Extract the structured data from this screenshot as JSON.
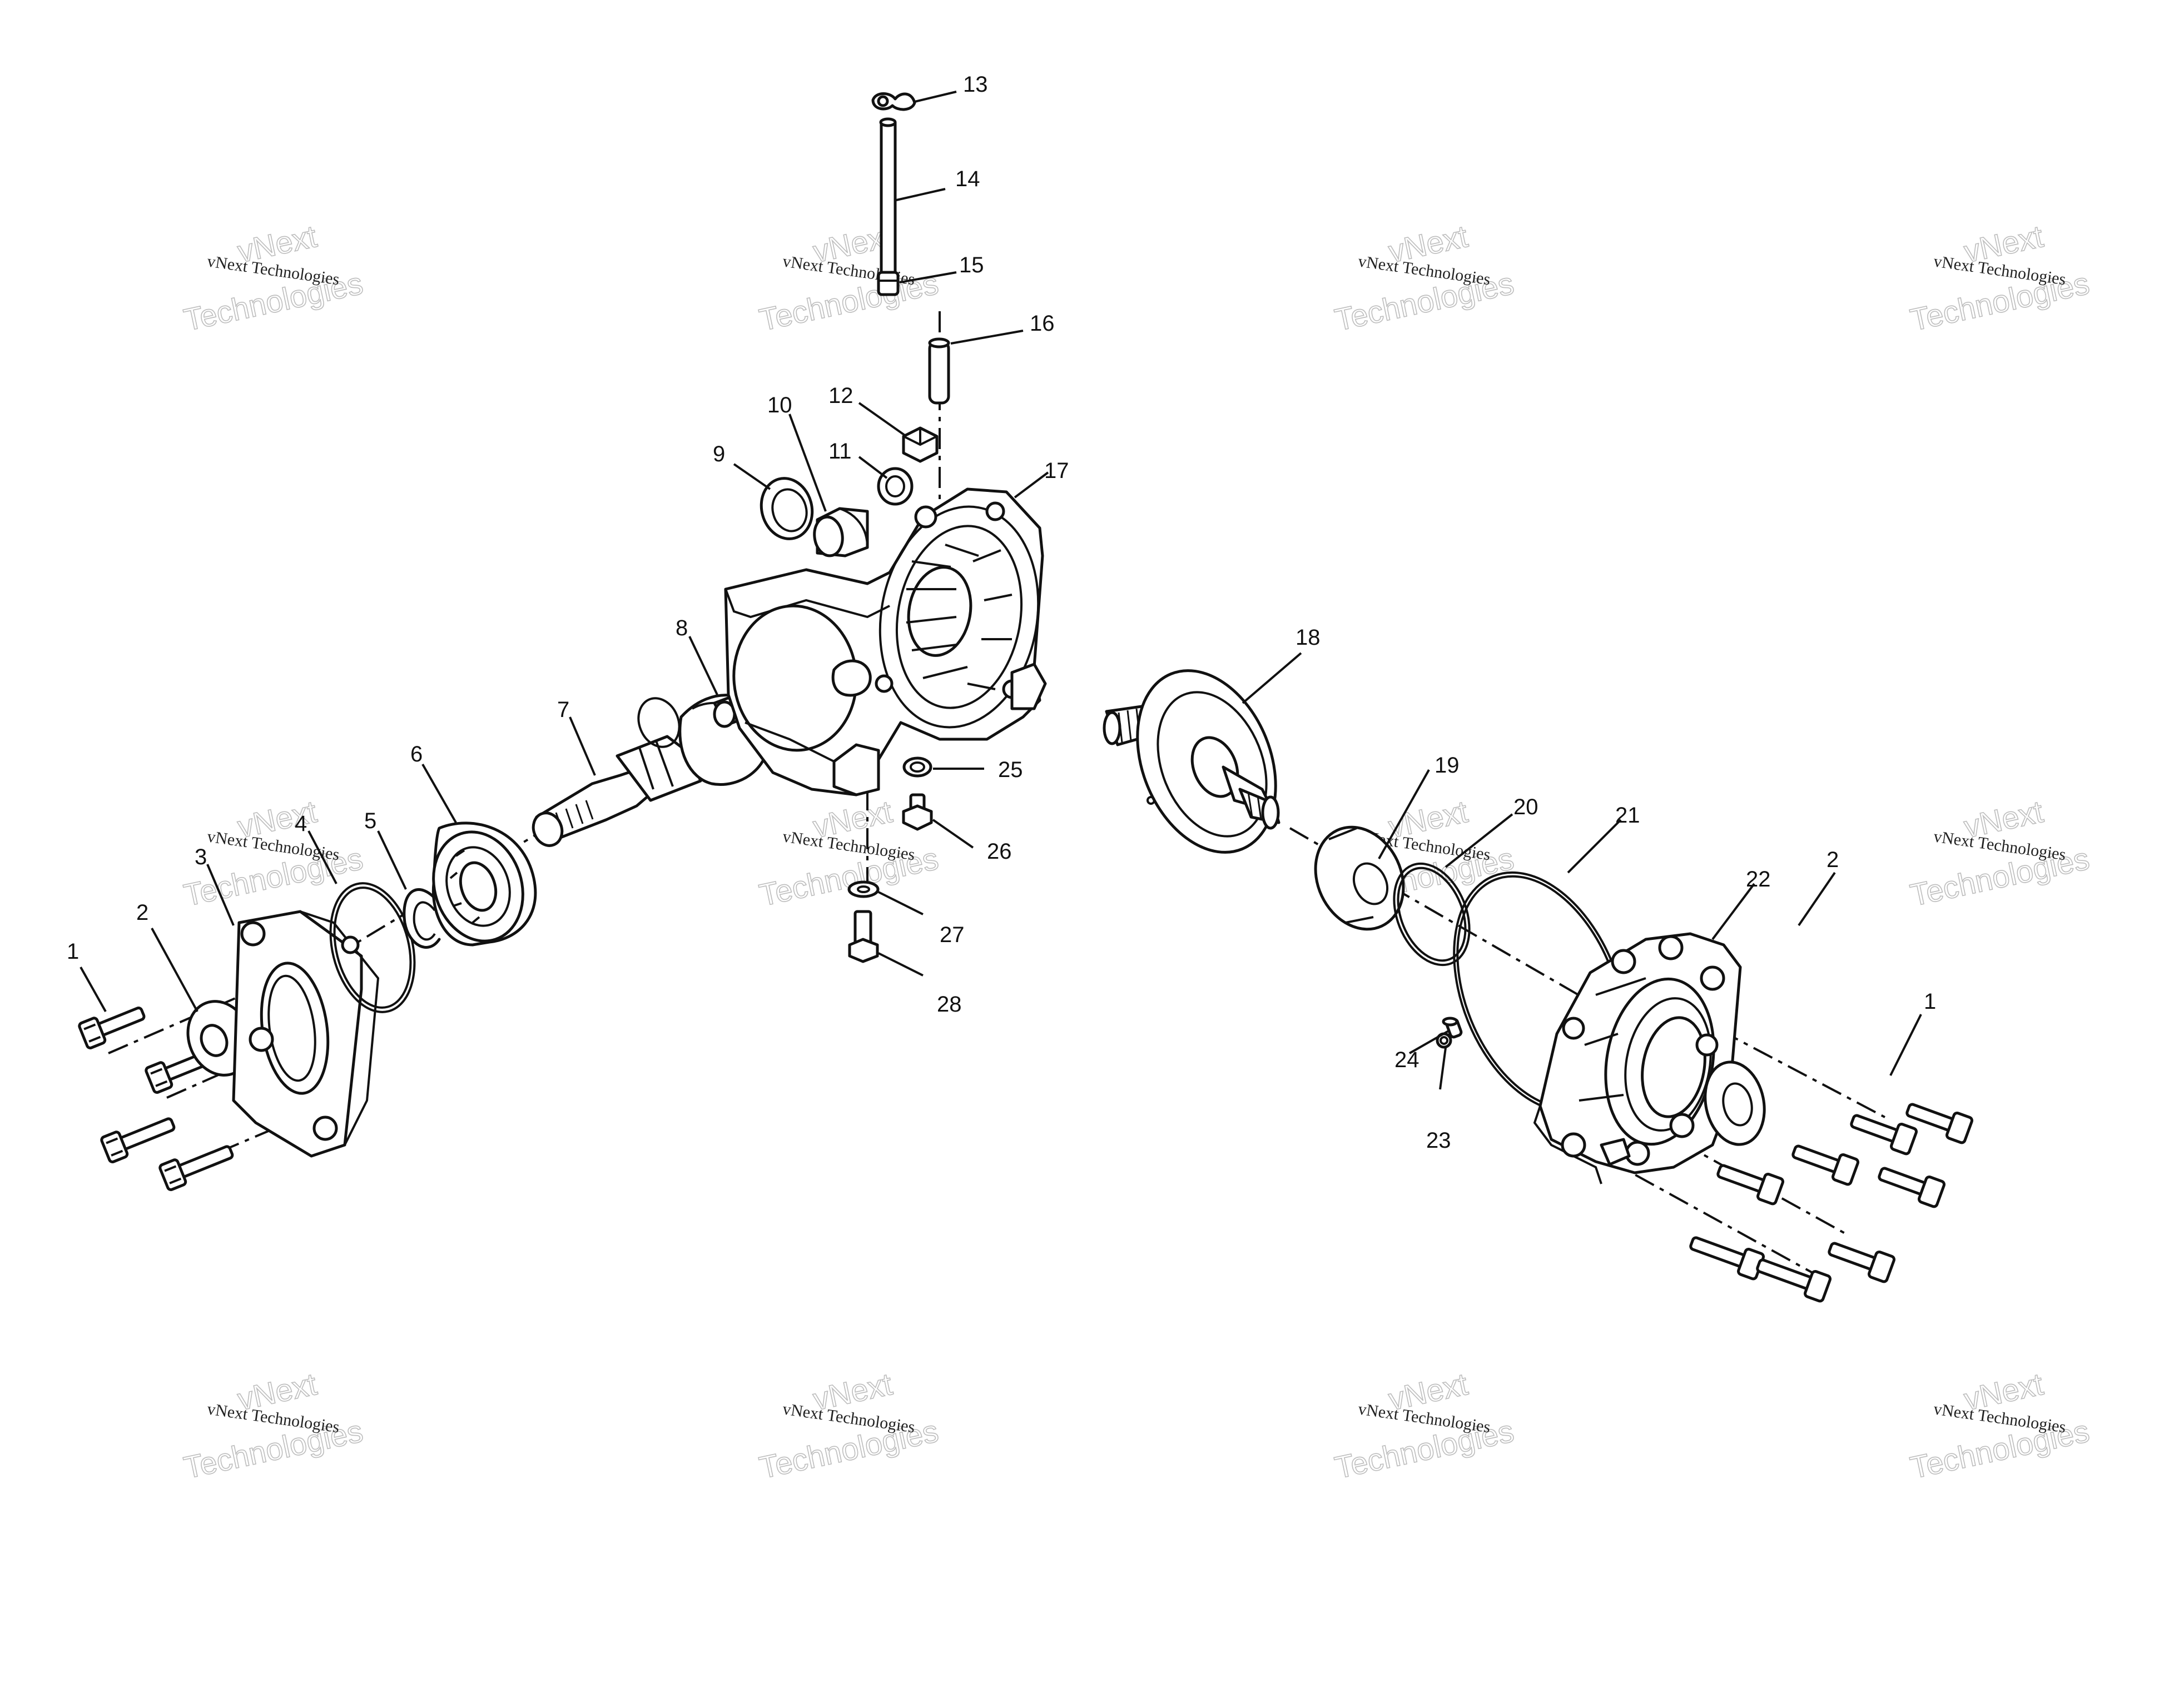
{
  "watermark": {
    "line1": "vNext Technologies",
    "big_line1": "vNext",
    "big_line2": "Technologies"
  },
  "callouts": {
    "c1": "1",
    "c2": "2",
    "c3": "3",
    "c4": "4",
    "c5": "5",
    "c6": "6",
    "c7": "7",
    "c8": "8",
    "c9": "9",
    "c10": "10",
    "c11": "11",
    "c12": "12",
    "c13": "13",
    "c14": "14",
    "c15": "15",
    "c16": "16",
    "c17": "17",
    "c18": "18",
    "c19": "19",
    "c20": "20",
    "c21": "21",
    "c22": "22",
    "c23": "23",
    "c24": "24",
    "c25": "25",
    "c26": "26",
    "c27": "27",
    "c28": "28"
  },
  "colors": {
    "ink": "#111111",
    "watermark": "#bdbdbd",
    "background": "#ffffff"
  }
}
